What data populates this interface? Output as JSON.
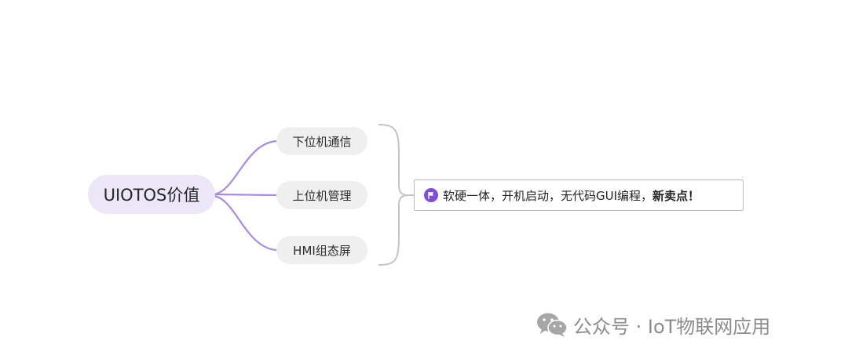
{
  "colors": {
    "connector": "#a98ce0",
    "bracket": "#c4c4c4",
    "root_fill": "#ece6f9",
    "branch_fill": "#efefef",
    "flag": "#7f4fd6",
    "watermark": "#8c8c8c"
  },
  "root": {
    "label": "UIOTOS价值"
  },
  "branches": [
    {
      "label": "下位机通信"
    },
    {
      "label": "上位机管理"
    },
    {
      "label": "HMI组态屏"
    }
  ],
  "summary": {
    "icon": "flag-icon",
    "text": "软硬一体，开机启动，无代码GUI编程，",
    "strong": "新卖点！"
  },
  "watermark": {
    "icon": "wechat-icon",
    "text": "公众号 · IoT物联网应用"
  }
}
